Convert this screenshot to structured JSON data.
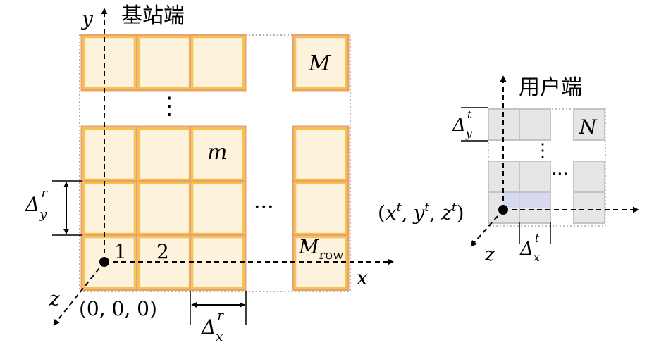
{
  "base_station": {
    "title": "基站端",
    "axis_x": "x",
    "axis_y": "y",
    "axis_z": "z",
    "origin": "(0, 0, 0)",
    "labels": {
      "el_1": "1",
      "el_2": "2",
      "el_m": "m",
      "el_M": "M",
      "el_Mrow_main": "M",
      "el_Mrow_sub": "row",
      "dots_h": "···",
      "dots_v": "⋮"
    },
    "spacing_x": {
      "sym": "Δ",
      "sub": "x",
      "sup": "r"
    },
    "spacing_y": {
      "sym": "Δ",
      "sub": "y",
      "sup": "r"
    },
    "colors": {
      "cell_fill": "#fdf3dc",
      "cell_inner": "#f6c24a",
      "cell_outer": "#e9a267",
      "frame": "#9a9a9a"
    }
  },
  "user": {
    "title": "用户端",
    "axis_z": "z",
    "coords": {
      "open": "(",
      "x": "x",
      "y": "y",
      "z": "z",
      "sup": "t",
      "sep": ",",
      "close": ")"
    },
    "labels": {
      "el_N": "N",
      "dots_h": "···",
      "dots_v": "⋮"
    },
    "spacing_x": {
      "sym": "Δ",
      "sub": "x",
      "sup": "t"
    },
    "spacing_y": {
      "sym": "Δ",
      "sub": "y",
      "sup": "t"
    },
    "colors": {
      "cell_fill": "#e6e6e6",
      "cell_border": "#c4c4c4",
      "cell_accent": "#cfd3f2"
    }
  }
}
